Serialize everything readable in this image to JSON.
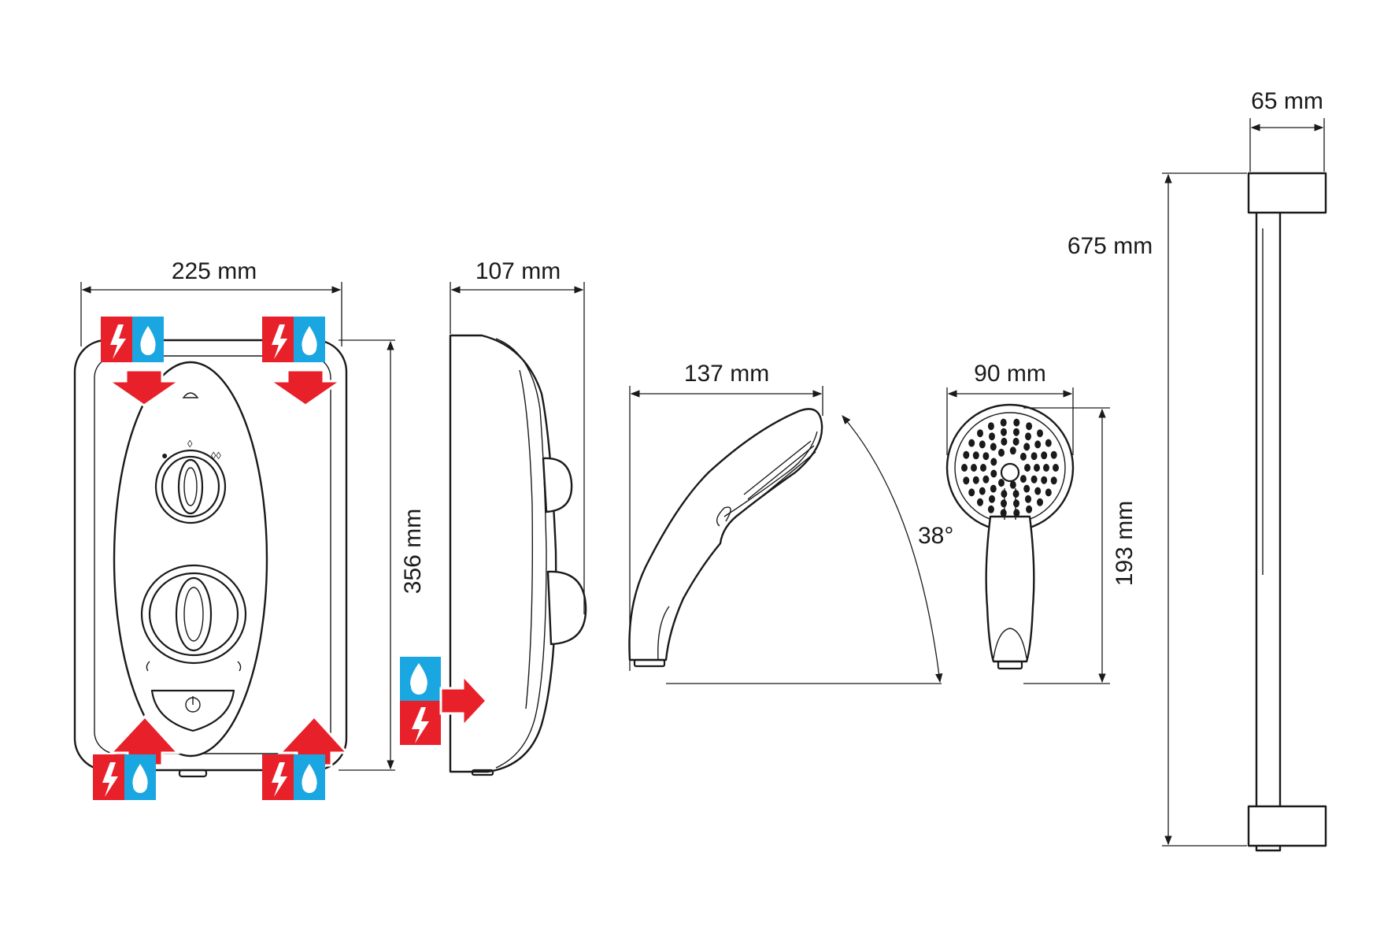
{
  "colors": {
    "electric": "#e8202a",
    "water": "#1aa6e0",
    "line": "#1a1a1a",
    "background": "#ffffff"
  },
  "icons": [
    "electric-bolt-icon",
    "water-drop-icon",
    "arrow-icon",
    "power-icon"
  ],
  "dimensions": {
    "unit_width": "225 mm",
    "unit_height": "356 mm",
    "unit_depth": "107 mm",
    "handset_side_length": "137 mm",
    "handset_angle": "38°",
    "handset_face_width": "90 mm",
    "handset_height": "193 mm",
    "riser_height": "675 mm",
    "riser_width": "65 mm"
  }
}
